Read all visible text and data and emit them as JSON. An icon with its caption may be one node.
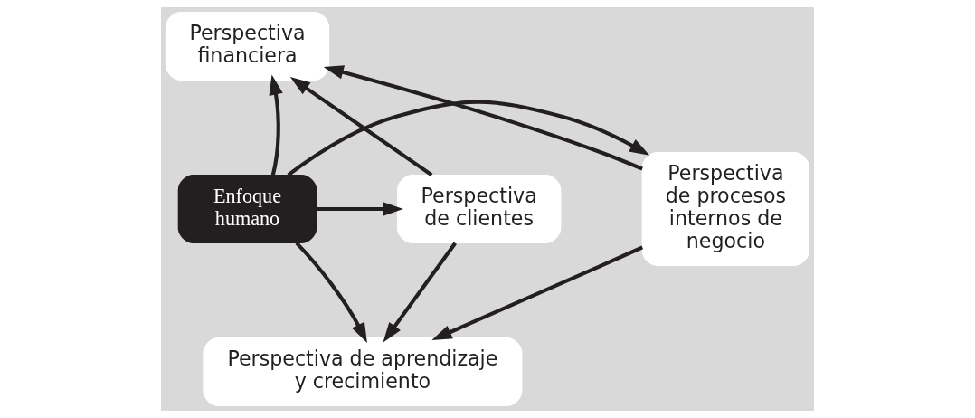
{
  "diagram": {
    "nodes": [
      {
        "text": [
          "Perspectiva financiera"
        ]
      },
      {
        "text": [
          "Perspectiva de clientes"
        ]
      },
      {
        "text": [
          "Enfoque humano"
        ]
      },
      {
        "text": [
          "Perspectiva de procesos internos de negocio"
        ]
      },
      {
        "text": [
          "Perspectiva de aprendizaje y crecimiento"
        ]
      }
    ],
    "edges": [
      {
        "from": 2,
        "to": 0,
        "arrow": "to"
      },
      {
        "from": 2,
        "to": 1,
        "arrow": "to"
      },
      {
        "from": 2,
        "to": 3,
        "arrow": "to"
      },
      {
        "from": 2,
        "to": 4,
        "arrow": "to"
      },
      {
        "from": 1,
        "to": 0,
        "arrow": "to"
      },
      {
        "from": 3,
        "to": 0,
        "arrow": "to"
      },
      {
        "from": 1,
        "to": 4,
        "arrow": "to"
      },
      {
        "from": 3,
        "to": 4,
        "arrow": "to"
      }
    ]
  }
}
